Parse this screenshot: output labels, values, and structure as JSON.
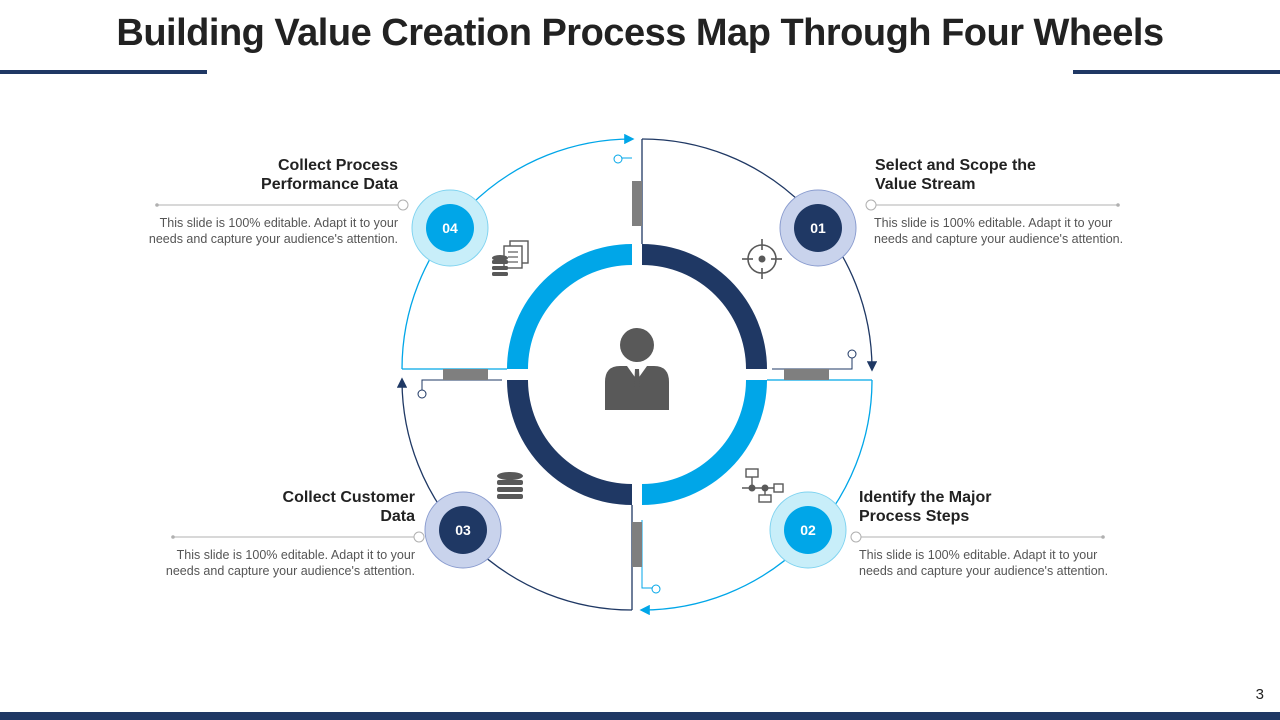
{
  "title": "Building Value Creation Process Map Through Four Wheels",
  "page_number": "3",
  "colors": {
    "navy": "#1f3864",
    "cyan": "#00a6e8",
    "gray_icon": "#595959",
    "gray_rule": "#7f7f7f"
  },
  "center_icon": "person-with-tie-icon",
  "steps": [
    {
      "number": "01",
      "heading": "Select and Scope the Value Stream",
      "heading_line1": "Select and Scope the",
      "heading_line2": "Value Stream",
      "description_line1": "This slide is 100% editable. Adapt it to your",
      "description_line2": "needs and capture your audience's attention.",
      "icon": "target-crosshair-icon"
    },
    {
      "number": "02",
      "heading": "Identify the Major Process Steps",
      "heading_line1": "Identify the Major",
      "heading_line2": "Process Steps",
      "description_line1": "This slide is 100% editable. Adapt it to your",
      "description_line2": "needs and capture your audience's attention.",
      "icon": "process-flow-icon"
    },
    {
      "number": "03",
      "heading": "Collect Customer Data",
      "heading_line1": "Collect Customer",
      "heading_line2": "Data",
      "description_line1": "This slide is 100% editable. Adapt it to your",
      "description_line2": "needs and capture your audience's attention.",
      "icon": "database-icon"
    },
    {
      "number": "04",
      "heading": "Collect Process Performance Data",
      "heading_line1": "Collect Process",
      "heading_line2": "Performance Data",
      "description_line1": "This slide is 100% editable. Adapt it to your",
      "description_line2": "needs and capture your audience's attention.",
      "icon": "data-documents-icon"
    }
  ]
}
